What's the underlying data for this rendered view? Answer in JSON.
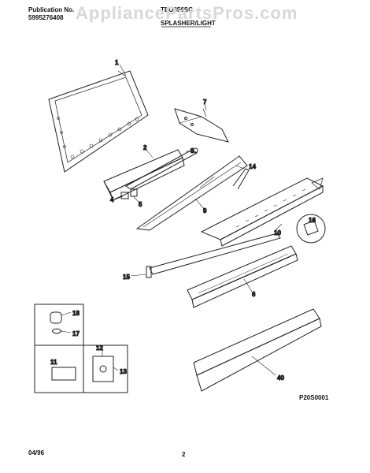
{
  "header": {
    "publication_label": "Publication No.",
    "publication_number": "5995276408",
    "model": "TEO356SC",
    "section": "SPLASHER/LIGHT",
    "watermark": "AppliancePartsPros.com"
  },
  "callouts": [
    "1",
    "7",
    "2",
    "3",
    "14",
    "4",
    "5",
    "9",
    "16",
    "10",
    "15",
    "6",
    "18",
    "17",
    "12",
    "11",
    "13",
    "40"
  ],
  "drawing_code": "P20S0001",
  "footer": {
    "date": "04/96",
    "page": "2"
  }
}
